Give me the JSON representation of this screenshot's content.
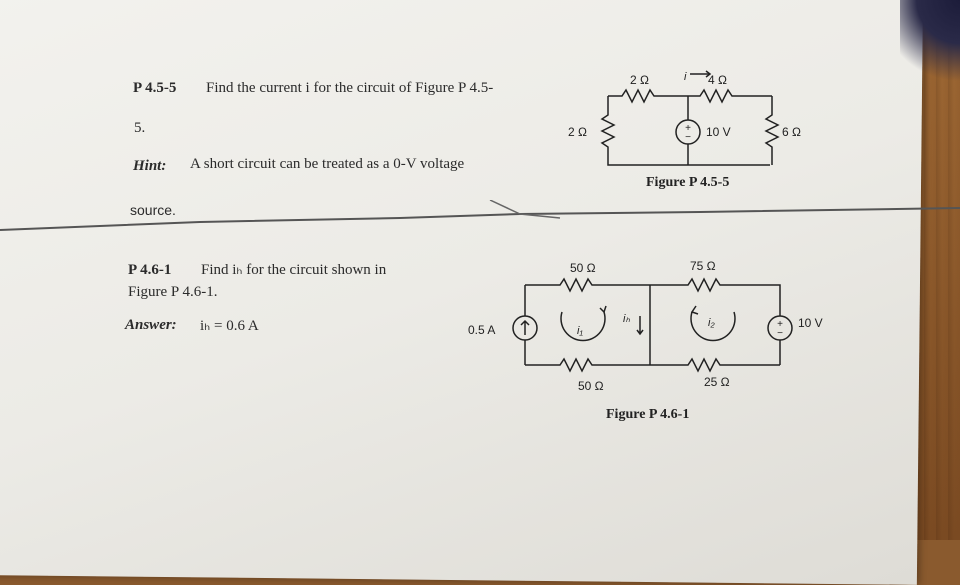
{
  "problem1": {
    "number": "P 4.5-5",
    "statement": "Find the current i for the circuit of Figure P 4.5-",
    "statement_cont": "5.",
    "hint_label": "Hint:",
    "hint_text": "A short circuit can be treated as a 0-V voltage",
    "hint_cont": "source.",
    "figure": {
      "r_top_left": "2 Ω",
      "r_top_right": "4 Ω",
      "current_label": "i",
      "r_left": "2 Ω",
      "source": "10 V",
      "r_right": "6 Ω",
      "caption": "Figure P 4.5-5"
    }
  },
  "problem2": {
    "number": "P 4.6-1",
    "statement": "Find iₕ for the circuit shown in",
    "statement_cont": "Figure P 4.6-1.",
    "answer_label": "Answer:",
    "answer_text": "iₕ = 0.6 A",
    "figure": {
      "r_top_left": "50 Ω",
      "r_top_right": "75 Ω",
      "current_source": "0.5 A",
      "mesh1": "i₁",
      "branch_current": "iₕ",
      "mesh2": "i₂",
      "source": "10 V",
      "r_bottom_left": "50 Ω",
      "r_bottom_right": "25 Ω",
      "caption": "Figure P 4.6-1"
    }
  }
}
